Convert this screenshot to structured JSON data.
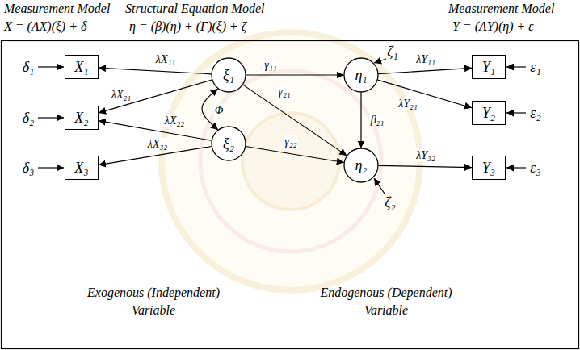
{
  "diagram": {
    "nodes": [
      {
        "text": [
          "X₁"
        ]
      },
      {
        "text": [
          "X₂"
        ]
      },
      {
        "text": [
          "X₃"
        ]
      },
      {
        "text": [
          "ξ₁"
        ]
      },
      {
        "text": [
          "ξ₂"
        ]
      },
      {
        "text": [
          "η₁"
        ]
      },
      {
        "text": [
          "η₂"
        ]
      },
      {
        "text": [
          "Y₁"
        ]
      },
      {
        "text": [
          "Y₂"
        ]
      },
      {
        "text": [
          "Y₃"
        ]
      }
    ],
    "edges": [
      {
        "from": 3,
        "to": 0,
        "arrow": "to",
        "label": "λX₁₁"
      },
      {
        "from": 3,
        "to": 1,
        "arrow": "to",
        "label": "λX₂₁"
      },
      {
        "from": 4,
        "to": 1,
        "arrow": "to",
        "label": "λX₂₂"
      },
      {
        "from": 4,
        "to": 2,
        "arrow": "to",
        "label": "λX₃₂"
      },
      {
        "from": 3,
        "to": 4,
        "arrow": "both",
        "label": "Φ"
      },
      {
        "from": 3,
        "to": 5,
        "arrow": "to",
        "label": "γ₁₁"
      },
      {
        "from": 3,
        "to": 6,
        "arrow": "to",
        "label": "γ₂₁"
      },
      {
        "from": 4,
        "to": 6,
        "arrow": "to",
        "label": "γ₂₂"
      },
      {
        "from": 5,
        "to": 6,
        "arrow": "to",
        "label": "β₂₁"
      },
      {
        "from": 5,
        "to": 7,
        "arrow": "to",
        "label": "λY₁₁"
      },
      {
        "from": 5,
        "to": 8,
        "arrow": "to",
        "label": "λY₂₁"
      },
      {
        "from": 6,
        "to": 9,
        "arrow": "to",
        "label": "λY₃₂"
      }
    ],
    "labels": [
      "Measurement Model",
      "Structural Equation Model",
      "Measurement Model",
      "X = (ΛX)(ξ) + δ",
      "η = (β)(η) + (Γ)(ξ) + ζ",
      "Y = (ΛY)(η) + ε",
      "δ₁",
      "δ₂",
      "δ₃",
      "ζ₁",
      "ζ₂",
      "ε₁",
      "ε₂",
      "ε₃",
      "Exogenous (Independent)",
      "Variable",
      "Endogenous (Dependent)",
      "Variable"
    ]
  }
}
